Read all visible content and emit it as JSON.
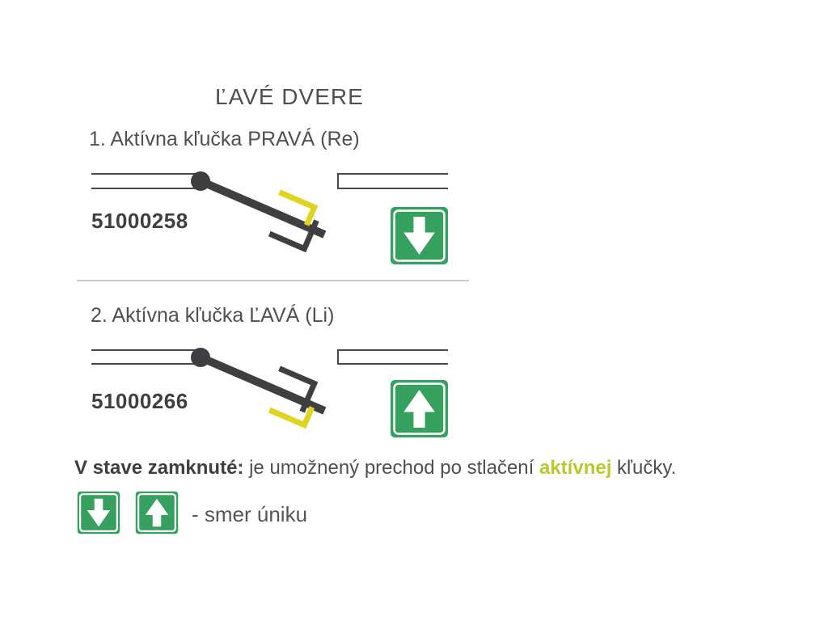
{
  "title": "ĽAVÉ DVERE",
  "sections": [
    {
      "heading": "1. Aktívna kľučka PRAVÁ (Re)",
      "code": "51000258",
      "escape_direction": "down",
      "active_handle_side": "right"
    },
    {
      "heading": "2. Aktívna kľučka ĽAVÁ (Li)",
      "code": "51000266",
      "escape_direction": "up",
      "active_handle_side": "left"
    }
  ],
  "note": {
    "prefix_bold": "V stave zamknuté:",
    "body": " je umožnený prechod po stlačení ",
    "highlight": "aktívnej",
    "suffix": " kľučky."
  },
  "legend": {
    "label": "- smer úniku",
    "icons": [
      "escape-arrow-down",
      "escape-arrow-up"
    ]
  },
  "colors": {
    "sign_green": "#36a05e",
    "handle_yellow": "#e0d41e",
    "highlight_text": "#b9c92b",
    "diagram_dark": "#3f3f41",
    "wall_gray": "#48484a",
    "text_gray": "#4f5052",
    "divider_gray": "#cacaca",
    "white": "#ffffff"
  }
}
